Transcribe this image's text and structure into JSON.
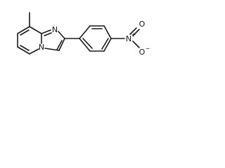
{
  "molecule": {
    "atoms": {
      "methyl": "",
      "ring_nitrogen": "N",
      "bridgehead_nitrogen": "N",
      "nitro_nitrogen": "N",
      "nitro_charge_plus": "+",
      "oxygen_top": "O",
      "oxygen_bottom": "O",
      "oxygen_bottom_charge": "−"
    }
  }
}
